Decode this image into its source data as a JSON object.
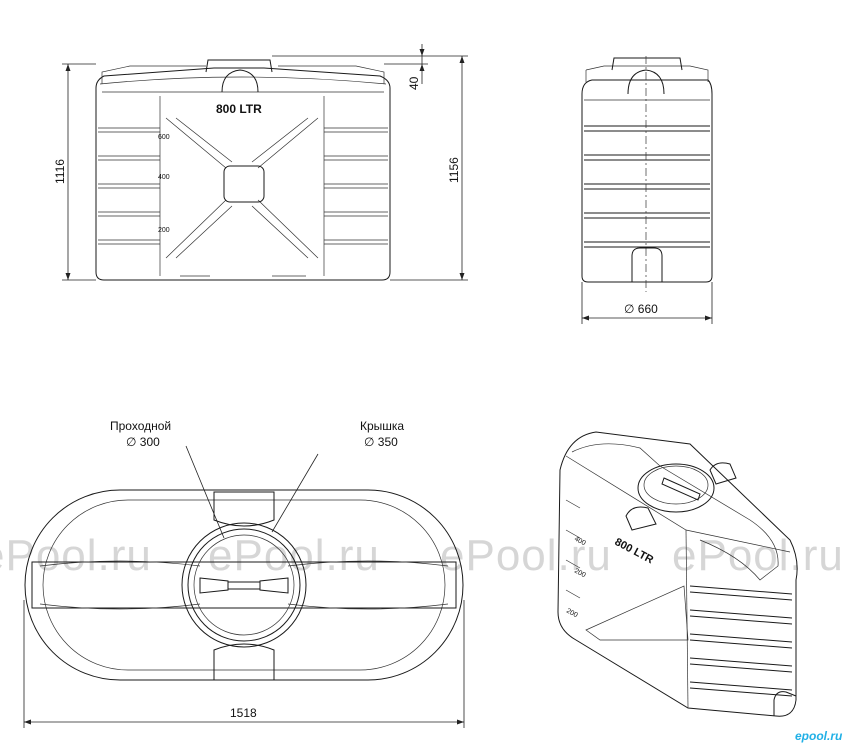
{
  "tank": {
    "label": "800 LTR",
    "levels": [
      "600",
      "400",
      "200"
    ],
    "iso_levels": [
      "400",
      "200",
      "200"
    ]
  },
  "dimensions": {
    "height_body": "1116",
    "height_total": "1156",
    "lid_height": "40",
    "diameter": "∅ 660",
    "length": "1518"
  },
  "callouts": {
    "manhole_title": "Проходной",
    "manhole_size": "∅ 300",
    "lid_title": "Крышка",
    "lid_size": "∅ 350"
  },
  "watermark": {
    "text": "ePool.ru",
    "logo": "epool.ru"
  },
  "colors": {
    "line": "#1a1a1a",
    "watermark": "#d6d6d6",
    "brand": "#21b0e6"
  }
}
